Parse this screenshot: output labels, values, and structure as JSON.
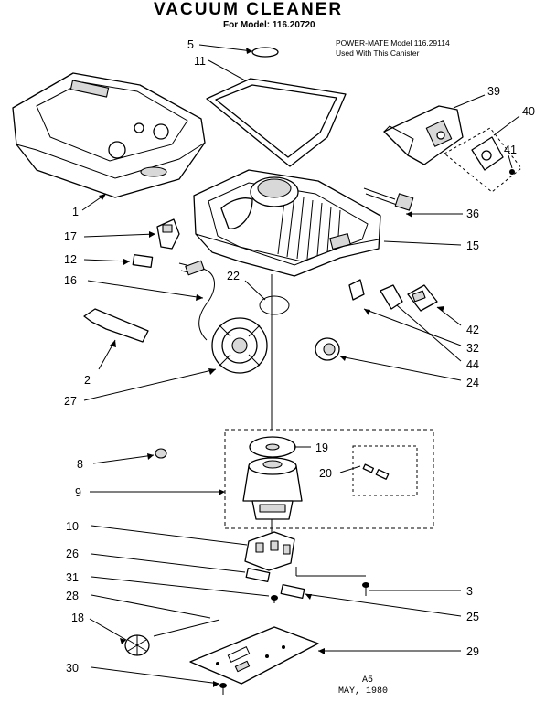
{
  "header": {
    "title": "VACUUM CLEANER",
    "model": "For Model: 116.20720",
    "note_line1": "POWER-MATE Model 116.29114",
    "note_line2": "Used With This Canister"
  },
  "footer": {
    "page": "A5",
    "date": "MAY, 1980"
  },
  "callouts": {
    "c5": "5",
    "c11": "11",
    "c39": "39",
    "c40": "40",
    "c41": "41",
    "c1": "1",
    "c17": "17",
    "c36": "36",
    "c15": "15",
    "c12": "12",
    "c16": "16",
    "c22": "22",
    "c42": "42",
    "c32": "32",
    "c44": "44",
    "c24": "24",
    "c2": "2",
    "c27": "27",
    "c19": "19",
    "c8": "8",
    "c20": "20",
    "c9": "9",
    "c10": "10",
    "c26": "26",
    "c3": "3",
    "c31": "31",
    "c25": "25",
    "c28": "28",
    "c18": "18",
    "c29": "29",
    "c30": "30"
  }
}
